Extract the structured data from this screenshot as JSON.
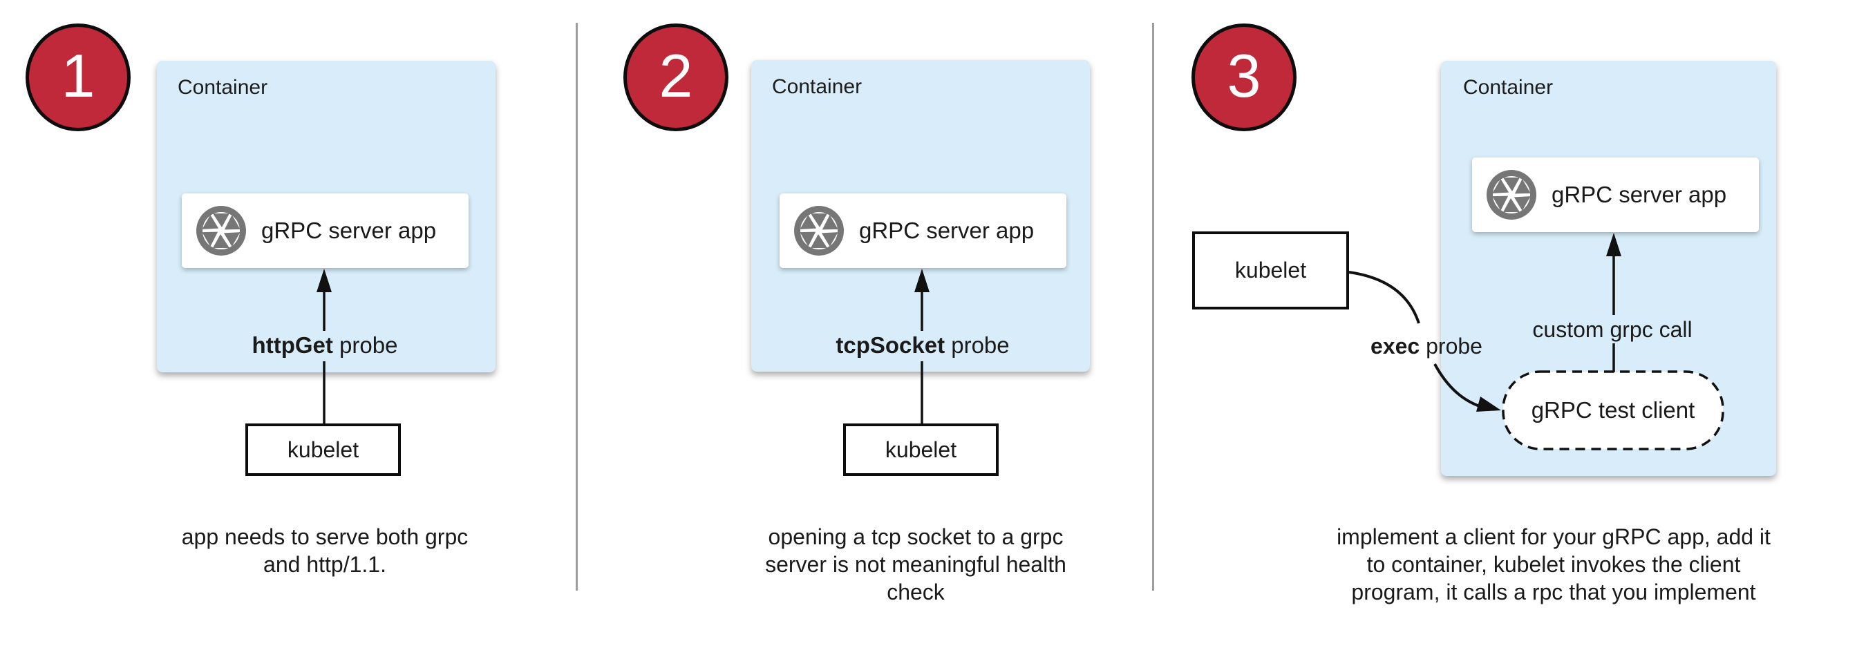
{
  "colors": {
    "badge_red": "#c0293a",
    "container_blue": "#d8edf9",
    "icon_gray": "#767676",
    "divider_gray": "#9e9e9e",
    "line_black": "#111111"
  },
  "panels": [
    {
      "number": "1",
      "container_label": "Container",
      "app_label": "gRPC server app",
      "probe_label_bold": "httpGet",
      "probe_label_rest": " probe",
      "kubelet_label": "kubelet",
      "caption_lines": [
        "app needs to serve both grpc",
        "and http/1.1."
      ]
    },
    {
      "number": "2",
      "container_label": "Container",
      "app_label": "gRPC server app",
      "probe_label_bold": "tcpSocket",
      "probe_label_rest": " probe",
      "kubelet_label": "kubelet",
      "caption_lines": [
        "opening a tcp socket to a grpc",
        "server is not meaningful health",
        "check"
      ]
    },
    {
      "number": "3",
      "container_label": "Container",
      "app_label": "gRPC server app",
      "probe_label_bold": "exec",
      "probe_label_rest": " probe",
      "kubelet_label": "kubelet",
      "custom_call_label": "custom grpc call",
      "test_client_label": "gRPC test client",
      "caption_lines": [
        "implement a client for your gRPC app, add it",
        "to container, kubelet invokes the client",
        "program, it calls a rpc that you implement"
      ]
    }
  ]
}
